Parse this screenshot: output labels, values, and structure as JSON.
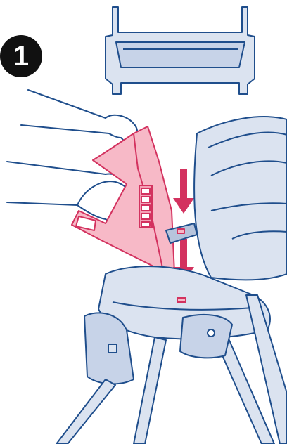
{
  "step": {
    "number": "1"
  },
  "colors": {
    "outline": "#1f4e8c",
    "seat_fill": "#dbe3f0",
    "seat_shadow": "#b7c4dc",
    "tray_fill": "#f7b9c7",
    "tray_stroke": "#d3325f",
    "arrow": "#d3325f",
    "skin": "#ffffff"
  },
  "icons": [
    "step-number-badge",
    "tray-insert-icon",
    "down-arrow-icon",
    "hands-illustration",
    "high-chair-illustration"
  ]
}
